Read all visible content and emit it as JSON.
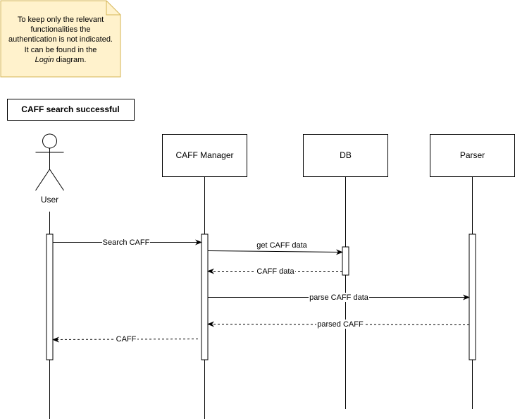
{
  "note": {
    "line1": "To keep only the relevant",
    "line2": "functionalities the",
    "line3": "authentication is not indicated.",
    "line4": "It can be found in the",
    "line5_italic": "Login",
    "line5_rest": " diagram."
  },
  "frame_title": "CAFF search successful",
  "participants": {
    "user": "User",
    "manager": "CAFF Manager",
    "db": "DB",
    "parser": "Parser"
  },
  "messages": {
    "search_caff": "Search CAFF",
    "get_caff_data": "get CAFF data",
    "caff_data": "CAFF data",
    "parse_caff_data": "parse CAFF data",
    "parsed_caff": "parsed CAFF",
    "caff": "CAFF"
  }
}
